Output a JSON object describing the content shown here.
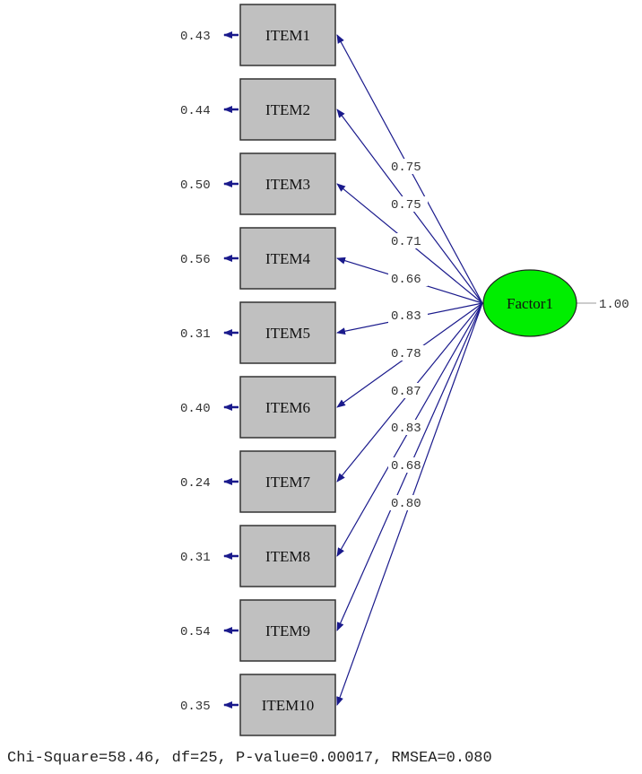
{
  "factor": {
    "label": "Factor1",
    "variance": "1.00",
    "color": "#00ee00"
  },
  "items": [
    {
      "label": "ITEM1",
      "loading": "0.75",
      "error": "0.43"
    },
    {
      "label": "ITEM2",
      "loading": "0.75",
      "error": "0.44"
    },
    {
      "label": "ITEM3",
      "loading": "0.71",
      "error": "0.50"
    },
    {
      "label": "ITEM4",
      "loading": "0.66",
      "error": "0.56"
    },
    {
      "label": "ITEM5",
      "loading": "0.83",
      "error": "0.31"
    },
    {
      "label": "ITEM6",
      "loading": "0.78",
      "error": "0.40"
    },
    {
      "label": "ITEM7",
      "loading": "0.87",
      "error": "0.24"
    },
    {
      "label": "ITEM8",
      "loading": "0.83",
      "error": "0.31"
    },
    {
      "label": "ITEM9",
      "loading": "0.68",
      "error": "0.54"
    },
    {
      "label": "ITEM10",
      "loading": "0.80",
      "error": "0.35"
    }
  ],
  "fit_statistics": "Chi-Square=58.46, df=25, P-value=0.00017, RMSEA=0.080",
  "colors": {
    "path": "#1a1a8c",
    "box": "#c0c0c0"
  }
}
